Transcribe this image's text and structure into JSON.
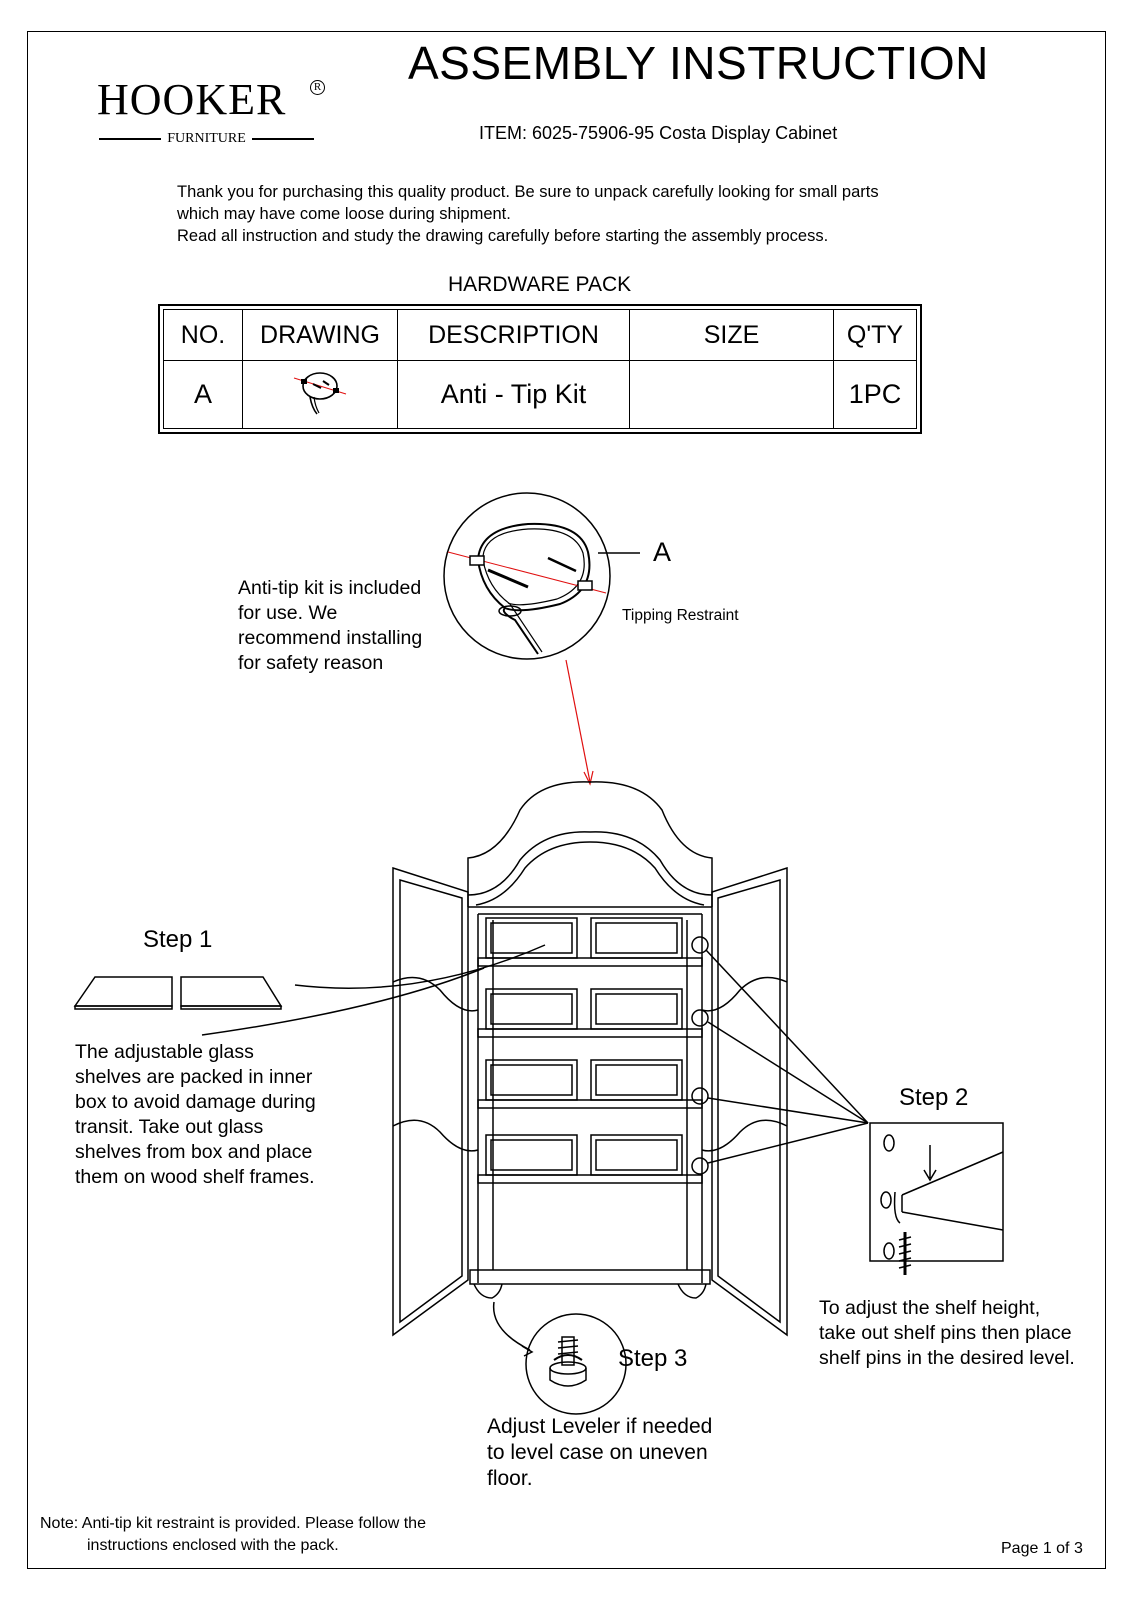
{
  "brand": {
    "name": "HOOKER",
    "registered": "R",
    "sub": "FURNITURE"
  },
  "header": {
    "title": "ASSEMBLY INSTRUCTION",
    "item": "ITEM: 6025-75906-95 Costa Display Cabinet"
  },
  "intro": {
    "line1": "Thank you for purchasing this quality product. Be sure to unpack carefully looking for small parts",
    "line2": "which may have come loose during shipment.",
    "line3": "Read all instruction and study the drawing carefully before starting the assembly process."
  },
  "hardware": {
    "title": "HARDWARE PACK",
    "columns": [
      "NO.",
      "DRAWING",
      "DESCRIPTION",
      "SIZE",
      "Q'TY"
    ],
    "rows": [
      {
        "no": "A",
        "description": "Anti - Tip Kit",
        "size": "",
        "qty": "1PC",
        "drawing_icon": "anti-tip-kit-icon"
      }
    ]
  },
  "antitip": {
    "callout_letter": "A",
    "restraint_label": "Tipping Restraint",
    "note_lines": [
      "Anti-tip kit is included",
      "for use. We",
      "recommend installing",
      "for safety reason"
    ]
  },
  "step1": {
    "title": "Step 1",
    "lines": [
      "The adjustable glass",
      "shelves are packed in inner",
      "box to avoid damage during",
      "transit. Take out glass",
      "shelves from box and place",
      "them on wood shelf frames."
    ]
  },
  "step2": {
    "title": "Step 2",
    "lines": [
      "To adjust the shelf height,",
      "take out shelf pins then place",
      "shelf pins in the desired level."
    ]
  },
  "step3": {
    "title": "Step 3",
    "lines": [
      "Adjust Leveler if needed",
      "to level case on uneven",
      "floor."
    ]
  },
  "footer": {
    "note_line1": "Note: Anti-tip kit restraint is provided. Please follow the",
    "note_line2": "instructions enclosed with the pack.",
    "page": "Page 1 of 3"
  },
  "colors": {
    "ink": "#000000",
    "callout_red": "#e01010"
  }
}
